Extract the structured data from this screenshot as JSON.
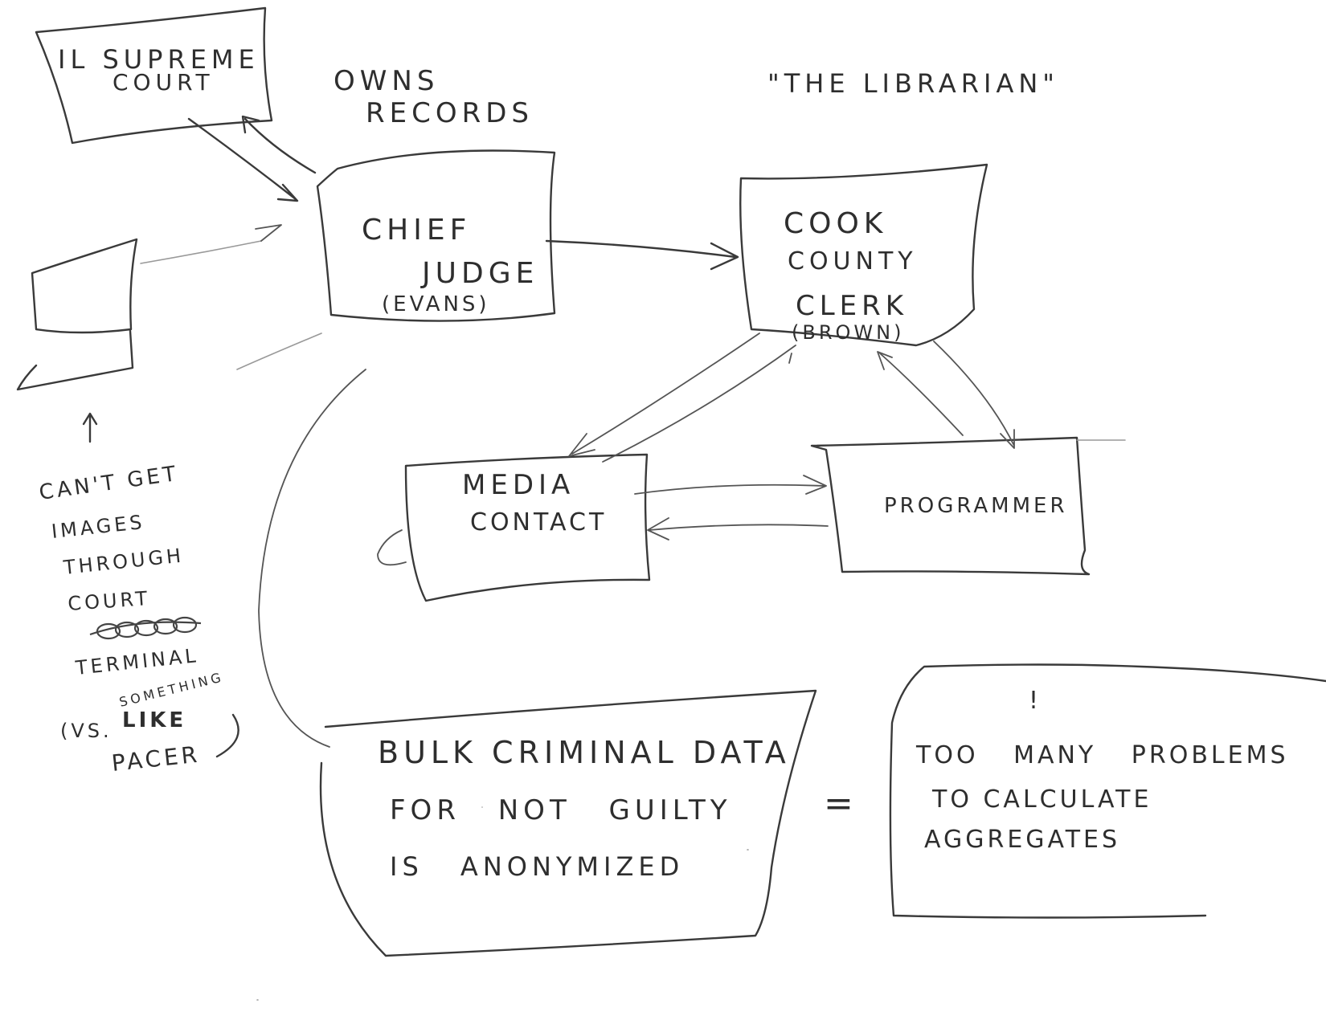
{
  "labels": {
    "supreme_court": [
      "IL SUPREME",
      "COURT"
    ],
    "owns_records": [
      "OWNS",
      "RECORDS"
    ],
    "the_librarian": "\"THE LIBRARIAN\"",
    "chief_judge": [
      "CHIEF",
      "JUDGE",
      "(EVANS)"
    ],
    "county_clerk": [
      "COOK",
      "COUNTY",
      "CLERK",
      "(BROWN)"
    ],
    "media_contact": [
      "MEDIA",
      "CONTACT"
    ],
    "programmer": "PROGRAMMER",
    "terminal_note": [
      "CAN'T GET",
      "IMAGES",
      "THROUGH",
      "COURT",
      "TERMINAL",
      "SOMETHING",
      "(VS.",
      "PACER",
      "LIKE"
    ],
    "bulk_data": [
      "BULK CRIMINAL DATA",
      "FOR NOT GUILTY",
      "IS ANONYMIZED"
    ],
    "equals": "=",
    "exclaim": "!",
    "too_many": [
      "TOO MANY PROBLEMS",
      "TO CALCULATE",
      "AGGREGATES"
    ]
  }
}
